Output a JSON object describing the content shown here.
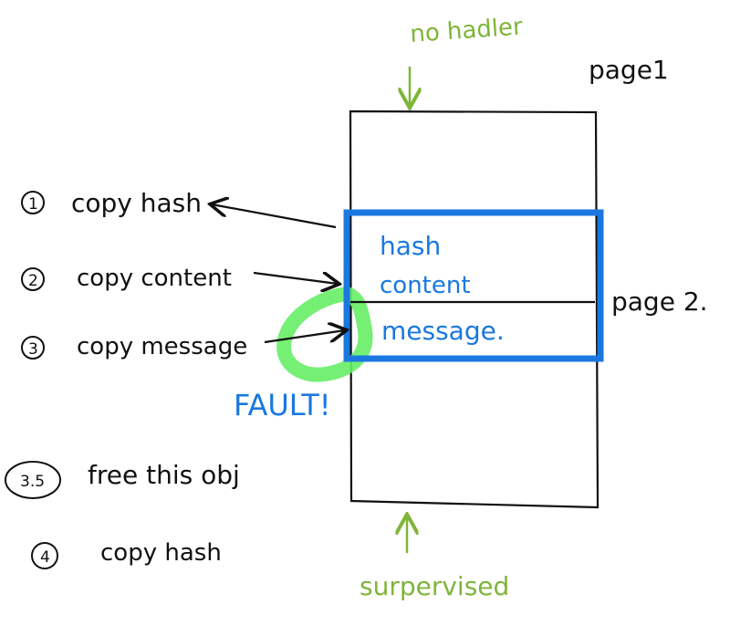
{
  "diagram": {
    "top_annotation": "no hadler",
    "bottom_annotation": "surpervised",
    "page1_label": "page1",
    "page2_label": "page 2.",
    "fault_label": "FAULT!",
    "fields": [
      "hash",
      "content",
      "message."
    ],
    "steps": [
      {
        "marker": "①",
        "text": "copy hash"
      },
      {
        "marker": "②",
        "text": "copy content"
      },
      {
        "marker": "③",
        "text": "copy message"
      },
      {
        "marker": "3.5",
        "text": "free this obj"
      },
      {
        "marker": "④",
        "text": "copy hash"
      }
    ]
  },
  "colors": {
    "ink": "#111111",
    "green": "#7fb539",
    "highlight": "#66ee66",
    "blue": "#1a78e0"
  }
}
